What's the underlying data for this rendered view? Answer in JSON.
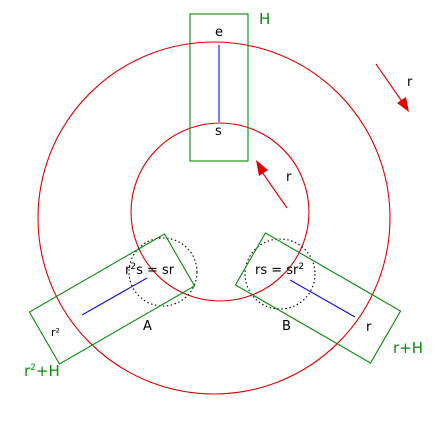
{
  "colors": {
    "red": "#e00000",
    "green": "#0a8a0a",
    "blue": "#1010d0",
    "black": "#000000"
  },
  "labels": {
    "e": "e",
    "s": "s",
    "H": "H",
    "r_top_right": "r",
    "r_inner_arrow": "r",
    "A": "A",
    "B": "B",
    "r2s_base": "r",
    "r2s_sup": "2",
    "r2s_rest": "s = sr",
    "rs_base": "rs = sr",
    "rs_sup": "2",
    "r2_box": "r²",
    "r2H_base": "r",
    "r2H_sup": "2",
    "r2H_rest": "+H",
    "r_box_right": "r",
    "rH": "r+H"
  }
}
